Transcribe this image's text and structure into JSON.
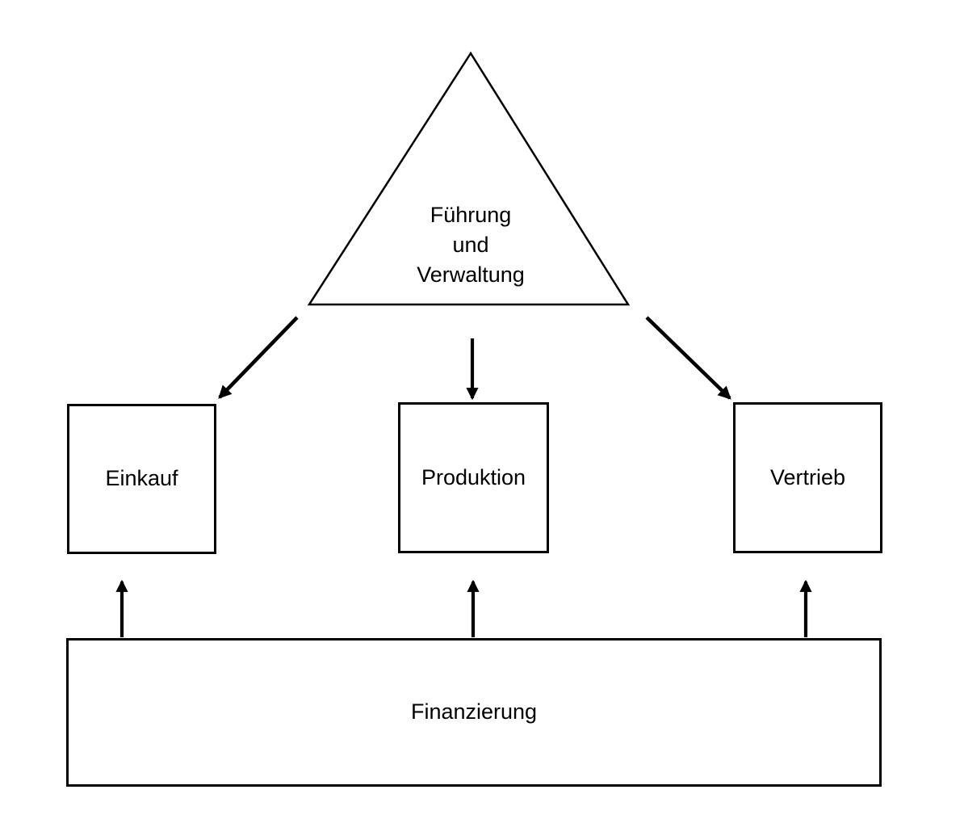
{
  "diagram": {
    "title_present": false,
    "background_color": "#ffffff",
    "line_color": "#000000",
    "text_color": "#000000",
    "triangle": {
      "label": "Führung\nund\nVerwaltung"
    },
    "boxes": [
      {
        "id": "einkauf",
        "label": "Einkauf"
      },
      {
        "id": "produktion",
        "label": "Produktion"
      },
      {
        "id": "vertrieb",
        "label": "Vertrieb"
      },
      {
        "id": "finanzierung",
        "label": "Finanzierung"
      }
    ],
    "arrows": [
      {
        "from": "Führung und Verwaltung",
        "to": "Einkauf",
        "direction": "down-left"
      },
      {
        "from": "Führung und Verwaltung",
        "to": "Produktion",
        "direction": "down"
      },
      {
        "from": "Führung und Verwaltung",
        "to": "Vertrieb",
        "direction": "down-right"
      },
      {
        "from": "Finanzierung",
        "to": "Einkauf",
        "direction": "up"
      },
      {
        "from": "Finanzierung",
        "to": "Produktion",
        "direction": "up"
      },
      {
        "from": "Finanzierung",
        "to": "Vertrieb",
        "direction": "up"
      }
    ]
  }
}
